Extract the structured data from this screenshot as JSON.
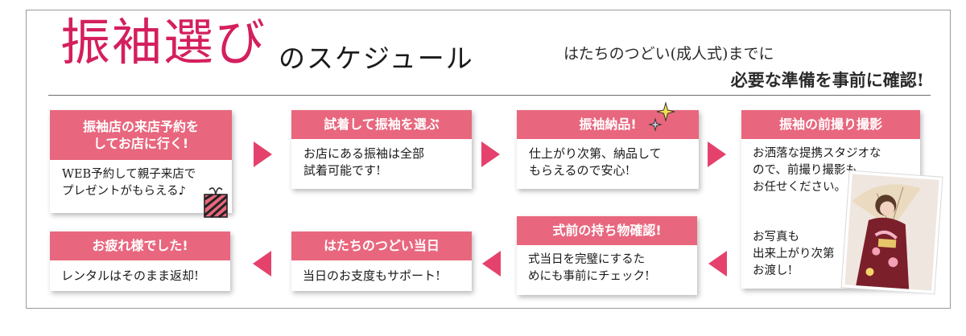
{
  "header": {
    "title_main": "振袖選び",
    "title_sub": "のスケジュール",
    "subtitle_line1": "はたちのつどい(成人式)までに",
    "subtitle_line2": "必要な準備を事前に確認!"
  },
  "steps": [
    {
      "title": "振袖店の来店予約を\nしてお店に行く!",
      "body": "WEB予約して親子来店で\nプレゼントがもらえる♪"
    },
    {
      "title": "試着して振袖を選ぶ",
      "body": "お店にある振袖は全部\n試着可能です!"
    },
    {
      "title": "振袖納品!",
      "body": "仕上がり次第、納品して\nもらえるので安心!"
    },
    {
      "title": "振袖の前撮り撮影",
      "body": "お洒落な提携スタジオな\nので、前撮り撮影も\nお任せください。",
      "body2": "お写真も\n出来上がり次第\nお渡し!"
    },
    {
      "title": "式前の持ち物確認!",
      "body": "式当日を完璧にするた\nめにも事前にチェック!"
    },
    {
      "title": "はたちのつどい当日",
      "body": "当日のお支度もサポート!"
    },
    {
      "title": "お疲れ様でした!",
      "body": "レンタルはそのまま返却!"
    }
  ],
  "colors": {
    "accent": "#d41f5e",
    "card_header": "#e8677e",
    "arrow": "#e4426d"
  },
  "icons": [
    "gift-icon",
    "sparkle-icon",
    "photo-kimono-girl"
  ]
}
